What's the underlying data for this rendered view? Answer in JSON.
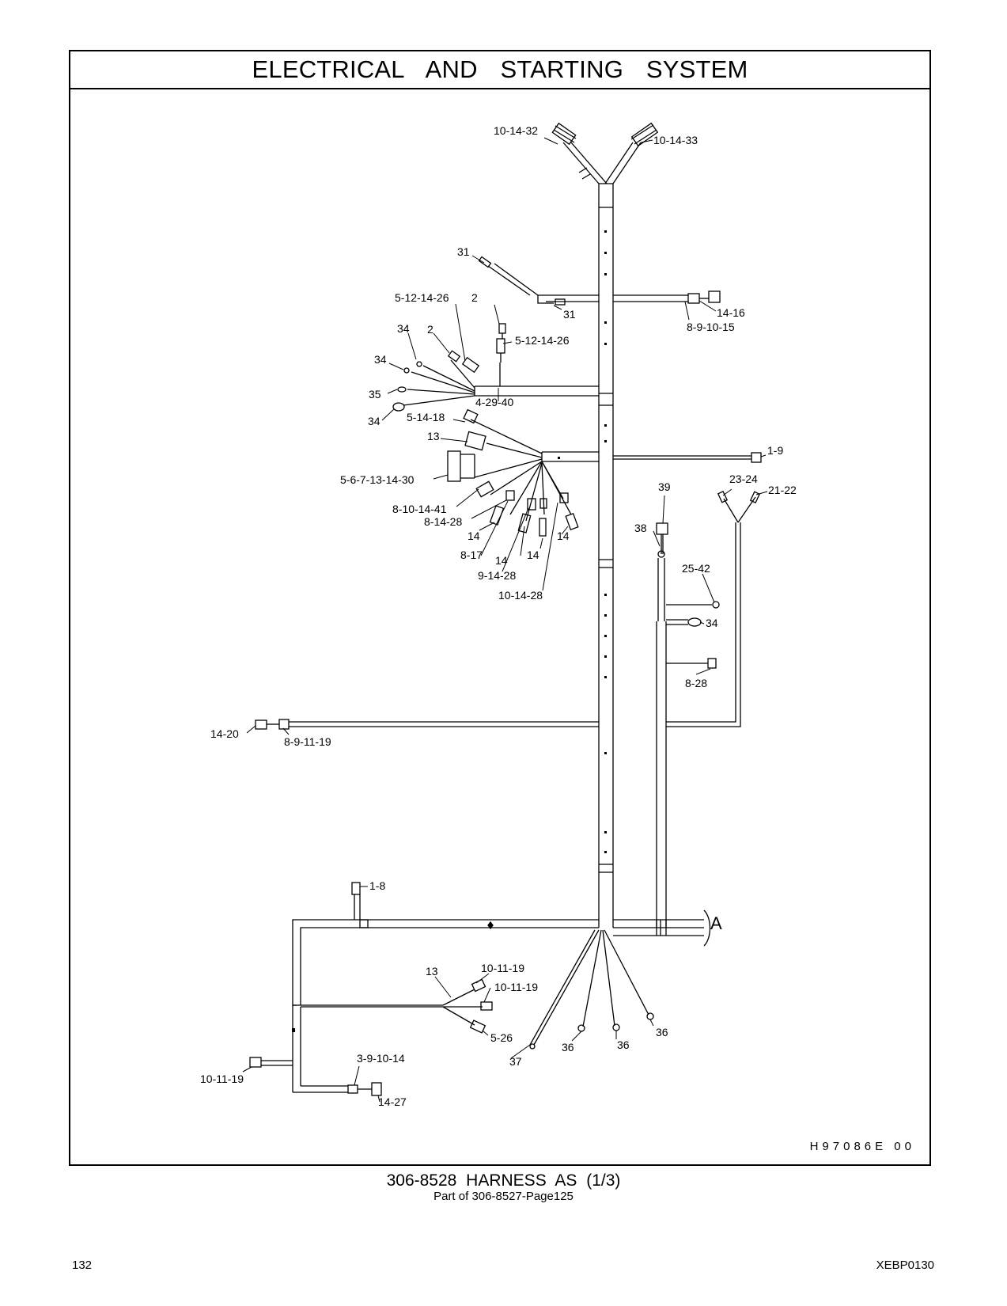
{
  "header": {
    "title": "ELECTRICAL AND STARTING SYSTEM"
  },
  "diagram": {
    "code": "H97086E  00",
    "callouts": [
      "10-14-32",
      "10-14-33",
      "31",
      "31",
      "5-12-14-26",
      "2",
      "14-16",
      "8-9-10-15",
      "34",
      "2",
      "5-12-14-26",
      "34",
      "35",
      "4-29-40",
      "34",
      "5-14-18",
      "13",
      "1-9",
      "5-6-7-13-14-30",
      "23-24",
      "21-22",
      "39",
      "8-10-14-41",
      "8-14-28",
      "38",
      "14",
      "14",
      "14",
      "14",
      "8-17",
      "9-14-28",
      "25-42",
      "10-14-28",
      "34",
      "8-28",
      "14-20",
      "8-9-11-19",
      "1-8",
      "A",
      "13",
      "10-11-19",
      "10-11-19",
      "5-26",
      "36",
      "36",
      "36",
      "37",
      "3-9-10-14",
      "10-11-19",
      "14-27"
    ]
  },
  "caption": {
    "main": "306-8528 HARNESS AS (1/3)",
    "sub": "Part of 306-8527-Page125"
  },
  "footer": {
    "page_number": "132",
    "doc_code": "XEBP0130"
  }
}
